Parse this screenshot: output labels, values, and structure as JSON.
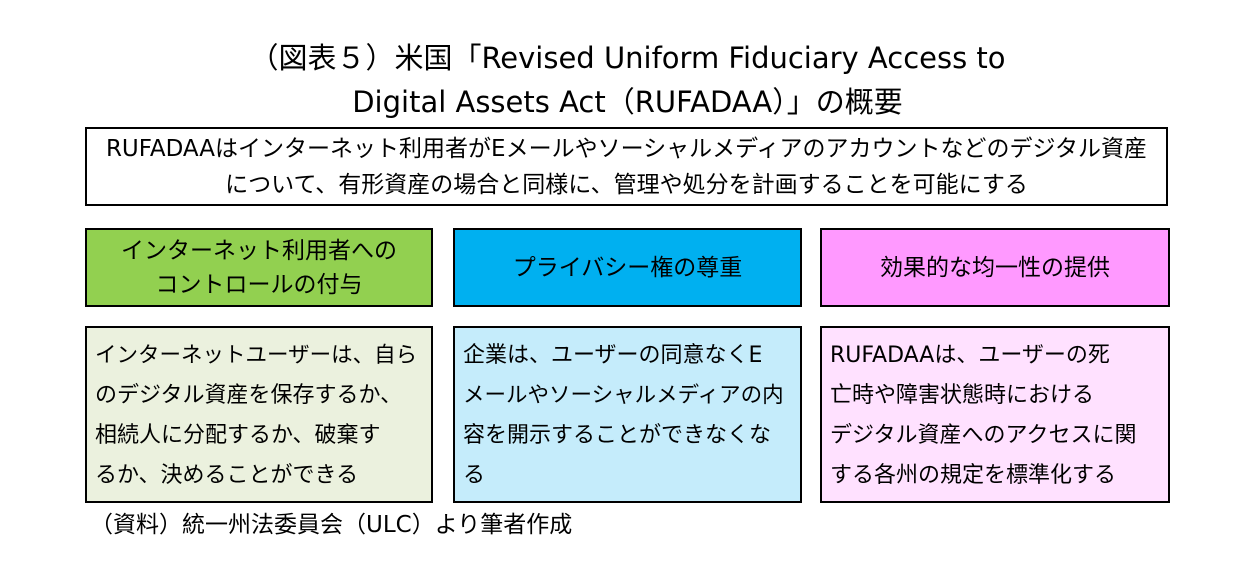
{
  "title": {
    "line1": "（図表５）米国「Revised Uniform Fiduciary Access to",
    "line2": "Digital Assets Act（RUFADAA）」の概要"
  },
  "summary": {
    "line1": "RUFADAAはインターネット利用者がEメールやソーシャルメディアのアカウントなどのデジタル資産",
    "line2": "について、有形資産の場合と同様に、管理や処分を計画することを可能にする"
  },
  "columns": [
    {
      "header_lines": [
        "インターネット利用者への",
        "コントロールの付与"
      ],
      "body_lines": [
        "インターネットユーザーは、自ら",
        "のデジタル資産を保存するか、",
        "相続人に分配するか、破棄す",
        "るか、決めることができる"
      ]
    },
    {
      "header_lines": [
        "プライバシー権の尊重"
      ],
      "body_lines": [
        "企業は、ユーザーの同意なくE",
        "メールやソーシャルメディアの内",
        "容を開示することができなくな",
        "る"
      ]
    },
    {
      "header_lines": [
        "効果的な均一性の提供"
      ],
      "body_lines": [
        "RUFADAAは、ユーザーの死",
        "亡時や障害状態時における",
        "デジタル資産へのアクセスに関",
        "する各州の規定を標準化する"
      ]
    }
  ],
  "source": "（資料）統一州法委員会（ULC）より筆者作成",
  "colors": {
    "header_1": "#92d050",
    "header_2": "#00b0f0",
    "header_3": "#ff99ff",
    "body_1": "#ebf1de",
    "body_2": "#c5ecfb",
    "body_3": "#ffe1ff"
  }
}
